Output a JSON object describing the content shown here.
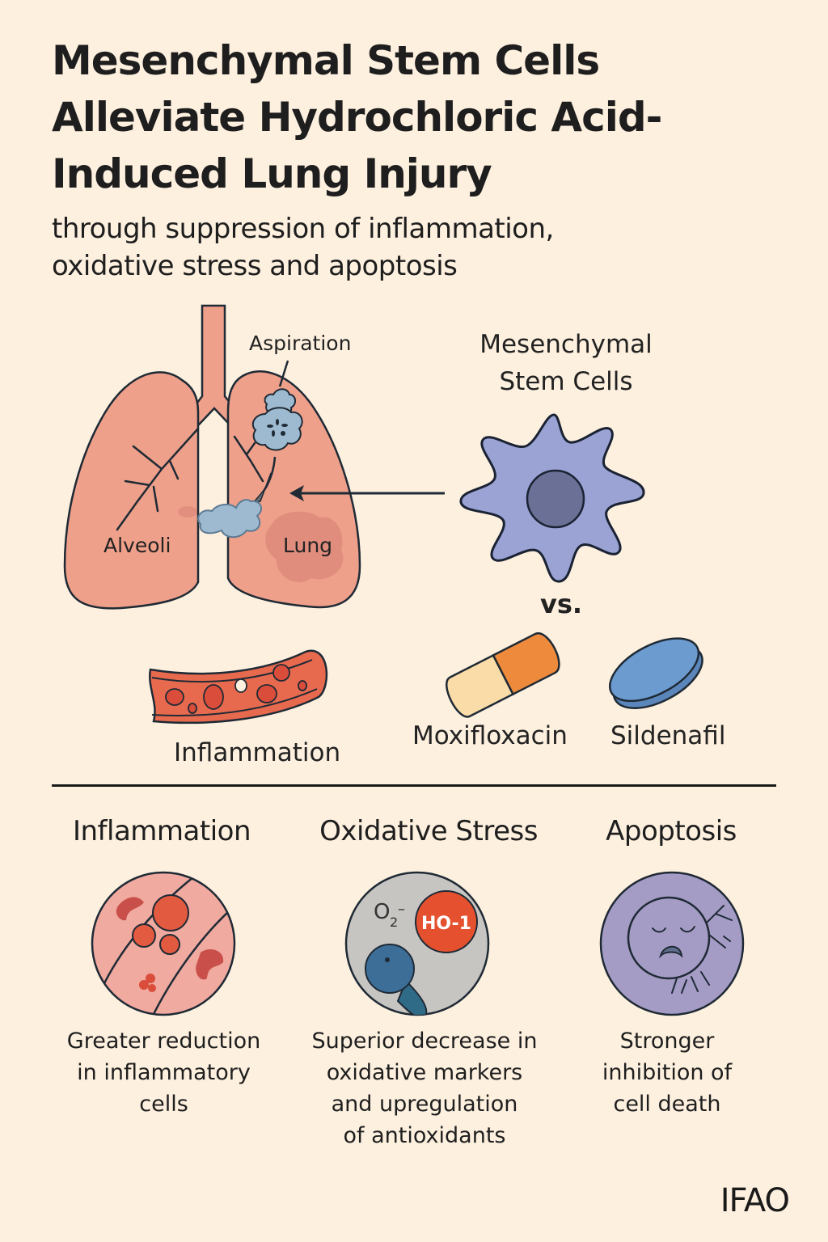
{
  "header": {
    "title_lines": [
      "Mesenchymal Stem Cells",
      "Alleviate Hydrochloric Acid-",
      "Induced Lung Injury"
    ],
    "subtitle_lines": [
      "through suppression of inflammation,",
      "oxidative stress and apoptosis"
    ]
  },
  "illustration": {
    "lung": {
      "aspiration_label": "Aspiration",
      "alveoli_label": "Alveoli",
      "lung_label": "Lung",
      "icon": "lungs-icon"
    },
    "msc": {
      "label_lines": [
        "Mesenchymal",
        "Stem Cells"
      ],
      "icon": "stem-cell-icon"
    },
    "vs_label": "vs.",
    "vessel": {
      "label": "Inflammation",
      "icon": "blood-vessel-icon"
    },
    "drugs": [
      {
        "label": "Moxifloxacin",
        "icon": "capsule-icon"
      },
      {
        "label": "Sildenafil",
        "icon": "tablet-icon"
      }
    ]
  },
  "effects": [
    {
      "heading": "Inflammation",
      "icon": "inflamed-tissue-icon",
      "description_lines": [
        "Greater reduction",
        "in inflammatory",
        "cells"
      ]
    },
    {
      "heading": "Oxidative Stress",
      "icon": "oxidative-stress-icon",
      "icon_text": {
        "o2": "O",
        "o2_sub": "2",
        "o2_charge": "–",
        "ho1": "HO-1"
      },
      "description_lines": [
        "Superior decrease in",
        "oxidative markers",
        "and upregulation",
        "of antioxidants"
      ]
    },
    {
      "heading": "Apoptosis",
      "icon": "apoptotic-cell-icon",
      "description_lines": [
        "Stronger",
        "inhibition of",
        "cell death"
      ]
    }
  ],
  "footer": {
    "logo": "IFAO"
  },
  "colors": {
    "background": "#fdf0df",
    "lung": "#eea08a",
    "lung_dark": "#d67e74",
    "aspirate_blue": "#9dbad0",
    "stem_cell": "#9aa3d4",
    "stem_nucleus": "#6b7196",
    "capsule_orange": "#ee8a3c",
    "capsule_cream": "#f9dca8",
    "tablet_blue": "#6c9bd0",
    "vessel_red": "#e86a4e",
    "inflammation_circle": "#f0aaa0",
    "oxidative_circle": "#c7c5c2",
    "ho1_red": "#e5512f",
    "apoptosis_circle": "#a59cc6",
    "outline": "#1f2a35"
  }
}
